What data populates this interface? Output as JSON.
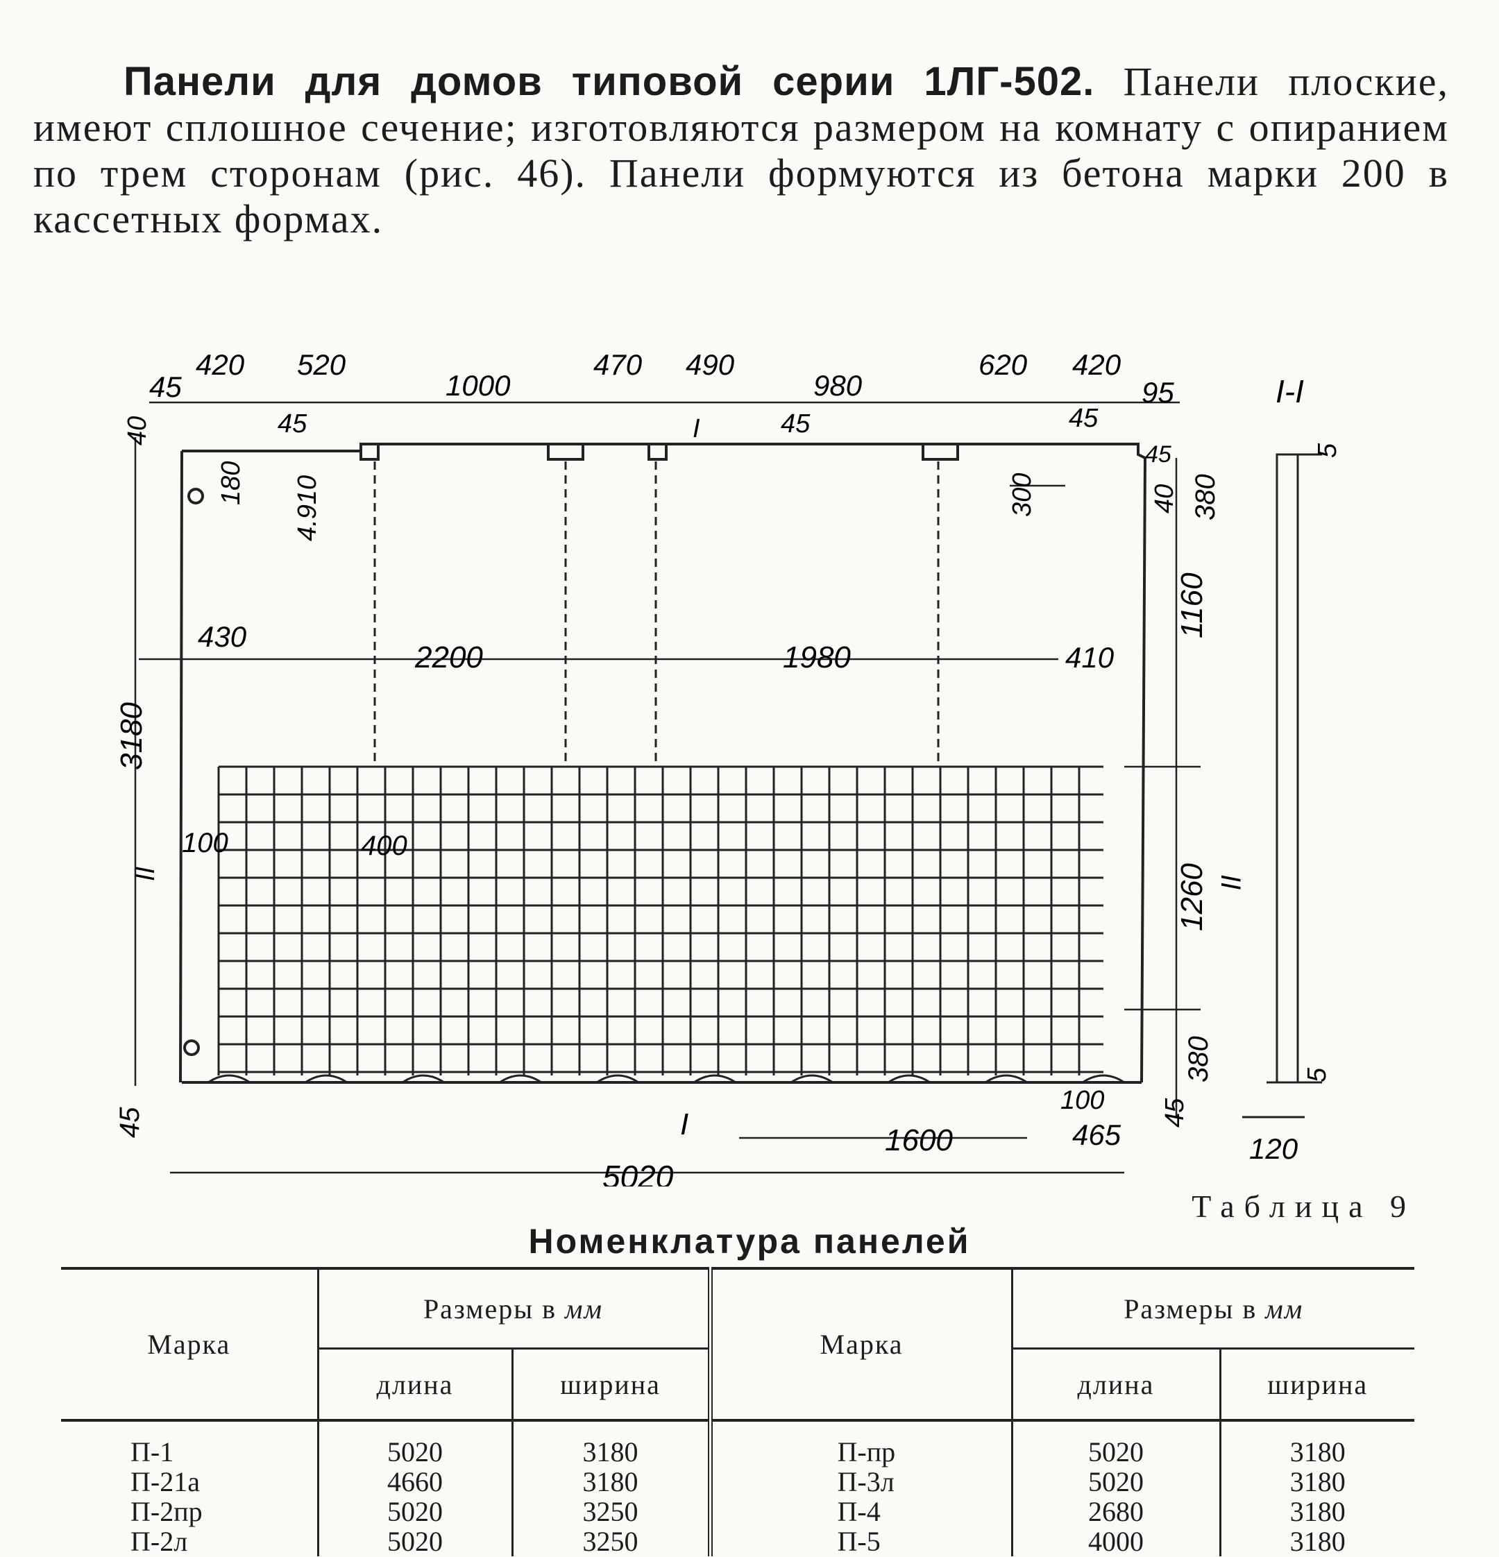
{
  "paragraph": {
    "lead": "Панели для домов типовой серии 1ЛГ-502.",
    "body": "Панели плоские, имеют сплошное сечение; изготовляются размером на комнату с опиранием по трем сторонам (рис. 46). Панели формуются из бетона марки 200 в кассетных формах."
  },
  "drawing": {
    "top_dims": [
      "45",
      "420",
      "520",
      "1000",
      "470",
      "490",
      "980",
      "620",
      "420",
      "95"
    ],
    "small_dims": [
      "45",
      "45",
      "45",
      "45"
    ],
    "left_dims": [
      "40",
      "180",
      "4.910",
      "3180",
      "100",
      "45"
    ],
    "inner_dims": [
      "430",
      "2200",
      "1980",
      "410",
      "300",
      "400"
    ],
    "right_dims": [
      "40",
      "380",
      "1160",
      "1260",
      "380",
      "45"
    ],
    "bottom_dims": [
      "100",
      "1600",
      "465",
      "5020"
    ],
    "section_labels": [
      "I",
      "I",
      "II",
      "II"
    ],
    "section": {
      "title": "I-I",
      "dims": [
        "5",
        "5",
        "120"
      ]
    }
  },
  "table": {
    "label": "Таблица 9",
    "title": "Номенклатура панелей",
    "col_mark": "Марка",
    "col_sizes": "Размеры в",
    "unit": "мм",
    "col_length": "длина",
    "col_width": "ширина",
    "left": [
      {
        "mark": "П-1",
        "length": "5020",
        "width": "3180"
      },
      {
        "mark": "П-21а",
        "length": "4660",
        "width": "3180"
      },
      {
        "mark": "П-2пр",
        "length": "5020",
        "width": "3250"
      },
      {
        "mark": "П-2л",
        "length": "5020",
        "width": "3250"
      }
    ],
    "right": [
      {
        "mark": "П-пр",
        "length": "5020",
        "width": "3180"
      },
      {
        "mark": "П-3л",
        "length": "5020",
        "width": "3180"
      },
      {
        "mark": "П-4",
        "length": "2680",
        "width": "3180"
      },
      {
        "mark": "П-5",
        "length": "4000",
        "width": "3180"
      }
    ]
  }
}
